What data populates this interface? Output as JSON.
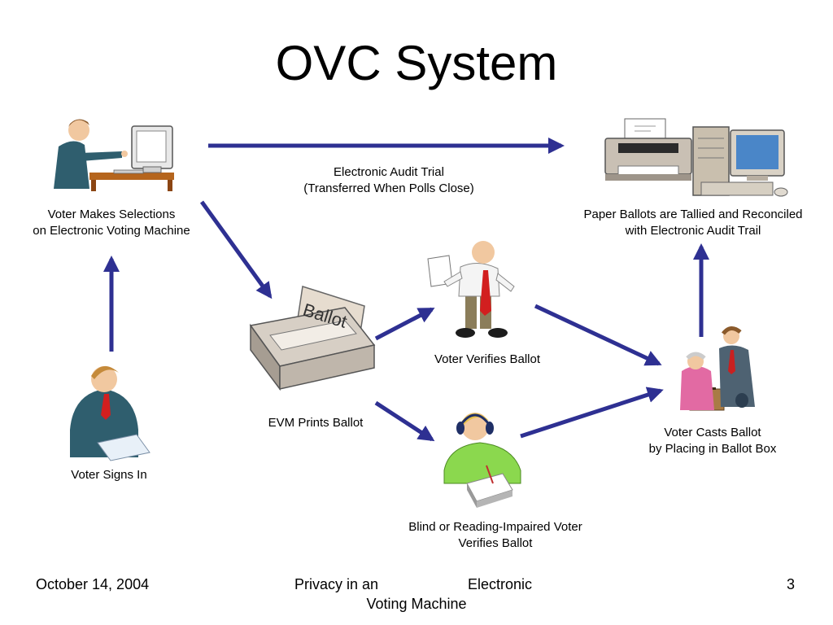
{
  "slide": {
    "title": "OVC System",
    "colors": {
      "arrow": "#2e3092"
    }
  },
  "nodes": {
    "voter_makes_selections": {
      "line1": "Voter Makes Selections",
      "line2": "on Electronic Voting Machine"
    },
    "audit_trail": {
      "line1": "Electronic Audit Trial",
      "line2": "(Transferred When Polls Close)"
    },
    "tally": {
      "line1": "Paper Ballots are Tallied and Reconciled",
      "line2": "with Electronic Audit Trail"
    },
    "verify": {
      "line1": "Voter Verifies Ballot"
    },
    "evm_prints": {
      "line1": "EVM Prints Ballot",
      "ballot_text": "Ballot"
    },
    "casts": {
      "line1": "Voter Casts Ballot",
      "line2": "by Placing in Ballot Box"
    },
    "signs_in": {
      "line1": "Voter Signs In"
    },
    "blind": {
      "line1": "Blind or Reading-Impaired Voter",
      "line2": "Verifies Ballot"
    }
  },
  "footer": {
    "date": "October 14, 2004",
    "center_part1": "Privacy in an",
    "center_part2": "Electronic",
    "center_part3": "Voting Machine",
    "page": "3"
  }
}
